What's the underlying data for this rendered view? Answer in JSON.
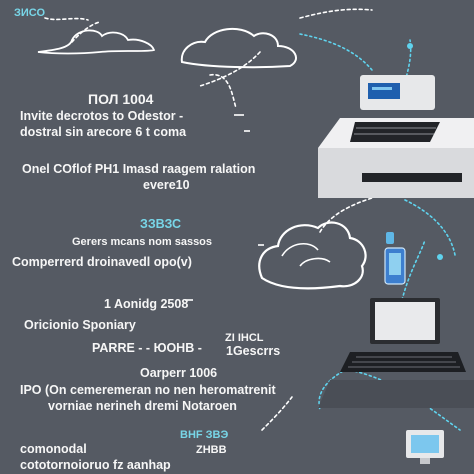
{
  "colors": {
    "background": "#555a63",
    "line": "#ffffff",
    "accent": "#5fd3ee",
    "device_body": "#e7e8ea",
    "device_shadow": "#b7b9bd",
    "screen": "#1f5fae",
    "keyboard": "#222428"
  },
  "labels": {
    "top_corner": "ЗИСО",
    "block1_heading": "ПОЛ 1004",
    "block1_line1": "Invite decrotos to Odestor -",
    "block1_line2": "dostral sin arecore 6 t coma",
    "block2_line1": "Onel COflof PH1 Imasd raagem ralation",
    "block2_line2": "evere10",
    "mid_cyan": "ЗЗВЗС",
    "block3_line1": "Gerers mcans nom sassos",
    "block3_line2": "Comperrerd droinavedl opo(v)",
    "block4_line1": "1 Aonidg 2508",
    "block4_line2": "Oricionio Sponiary",
    "row_left": "PARRE - - ЮОНВ -",
    "row_right_top": "ZI IHCL",
    "row_right_bottom": "1Gescrrs",
    "block5_heading": "Oarperr 1006",
    "block5_line1": "IPO (On cemeremeran no nen heromatrenit",
    "block5_line2": "vorniae nerineh dremi Notaroen",
    "footer_cyan": "BHF ЗВЭ",
    "footer_left1": "comonodal",
    "footer_left2": "cototornoioruo fz aanhap",
    "footer_right": "ZHBB"
  },
  "icons": [
    "cloud-icon-top-left",
    "cloud-icon-top-center",
    "cloud-icon-middle",
    "desktop-computer-icon",
    "laptop-icon",
    "phone-icon",
    "small-monitor-icon"
  ]
}
